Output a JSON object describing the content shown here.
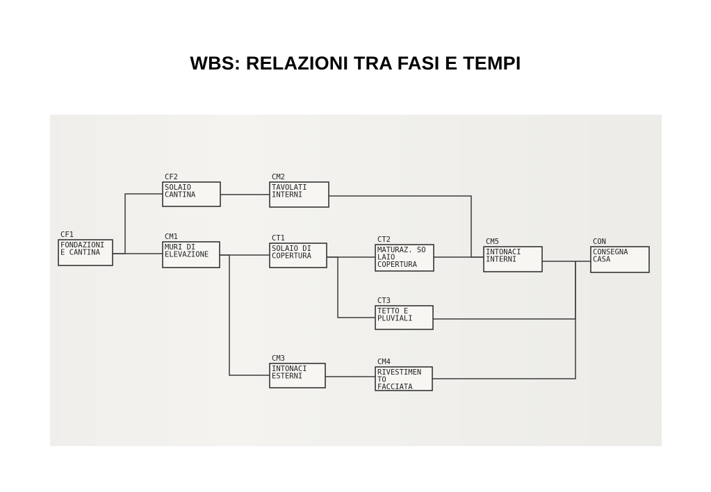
{
  "title": "WBS: RELAZIONI TRA FASI E TEMPI",
  "nodes": [
    {
      "id": "CF1",
      "lines": [
        "FONDAZIONI",
        "E CANTINA"
      ]
    },
    {
      "id": "CF2",
      "lines": [
        "SOLAIO",
        "CANTINA"
      ]
    },
    {
      "id": "CM1",
      "lines": [
        "MURI DI",
        "ELEVAZIONE"
      ]
    },
    {
      "id": "CM2",
      "lines": [
        "TAVOLATI",
        "INTERNI"
      ]
    },
    {
      "id": "CT1",
      "lines": [
        "SOLAIO DI",
        "COPERTURA"
      ]
    },
    {
      "id": "CT2",
      "lines": [
        "MATURAZ. SO",
        "LAIO",
        "COPERTURA"
      ]
    },
    {
      "id": "CT3",
      "lines": [
        "TETTO E",
        "PLUVIALI"
      ]
    },
    {
      "id": "CM3",
      "lines": [
        "INTONACI",
        "ESTERNI"
      ]
    },
    {
      "id": "CM4",
      "lines": [
        "RIVESTIMEN",
        "TO",
        "FACCIATA"
      ]
    },
    {
      "id": "CM5",
      "lines": [
        "INTONACI",
        "INTERNI"
      ]
    },
    {
      "id": "CON",
      "lines": [
        "CONSEGNA",
        "CASA"
      ]
    }
  ],
  "edges": [
    [
      "CF1",
      "CF2"
    ],
    [
      "CF1",
      "CM1"
    ],
    [
      "CF2",
      "CM2"
    ],
    [
      "CM2",
      "CM5"
    ],
    [
      "CM1",
      "CT1"
    ],
    [
      "CM1",
      "CM3"
    ],
    [
      "CT1",
      "CT2"
    ],
    [
      "CT1",
      "CT3"
    ],
    [
      "CT2",
      "CM5"
    ],
    [
      "CM3",
      "CM4"
    ],
    [
      "CM5",
      "CON"
    ],
    [
      "CT3",
      "CON"
    ],
    [
      "CM4",
      "CON"
    ]
  ]
}
